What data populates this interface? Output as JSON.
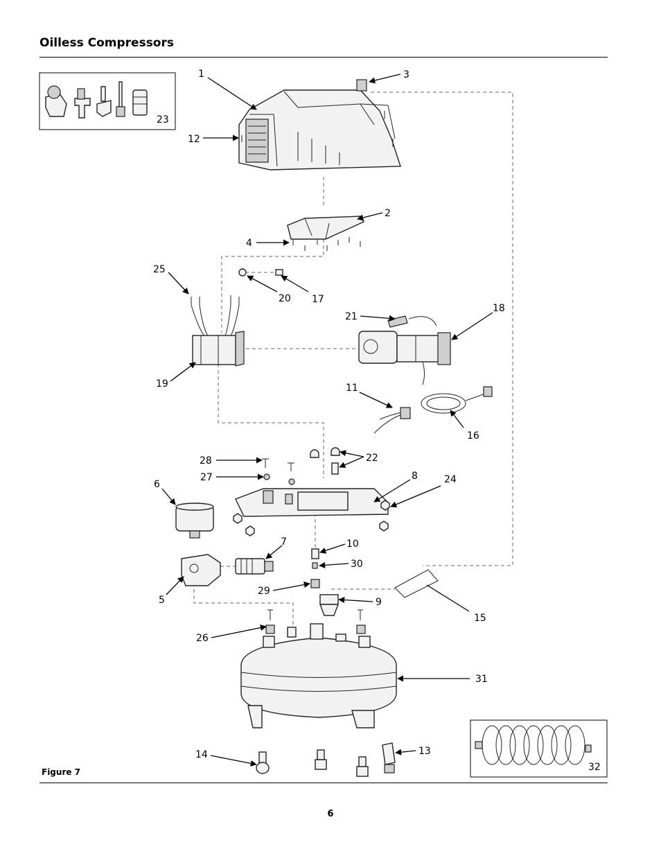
{
  "header": {
    "title": "Oilless Compressors"
  },
  "figure": {
    "label": "Figure 7",
    "callouts": {
      "c1": "1",
      "c2": "2",
      "c3": "3",
      "c4": "4",
      "c5": "5",
      "c6": "6",
      "c7": "7",
      "c8": "8",
      "c9": "9",
      "c10": "10",
      "c11": "11",
      "c12": "12",
      "c13": "13",
      "c14": "14",
      "c15": "15",
      "c16": "16",
      "c17": "17",
      "c18": "18",
      "c19": "19",
      "c20": "20",
      "c21": "21",
      "c22": "22",
      "c23": "23",
      "c24": "24",
      "c25": "25",
      "c26": "26",
      "c27": "27",
      "c28": "28",
      "c29": "29",
      "c30": "30",
      "c31": "31",
      "c32": "32"
    }
  },
  "footer": {
    "page_number": "6"
  }
}
